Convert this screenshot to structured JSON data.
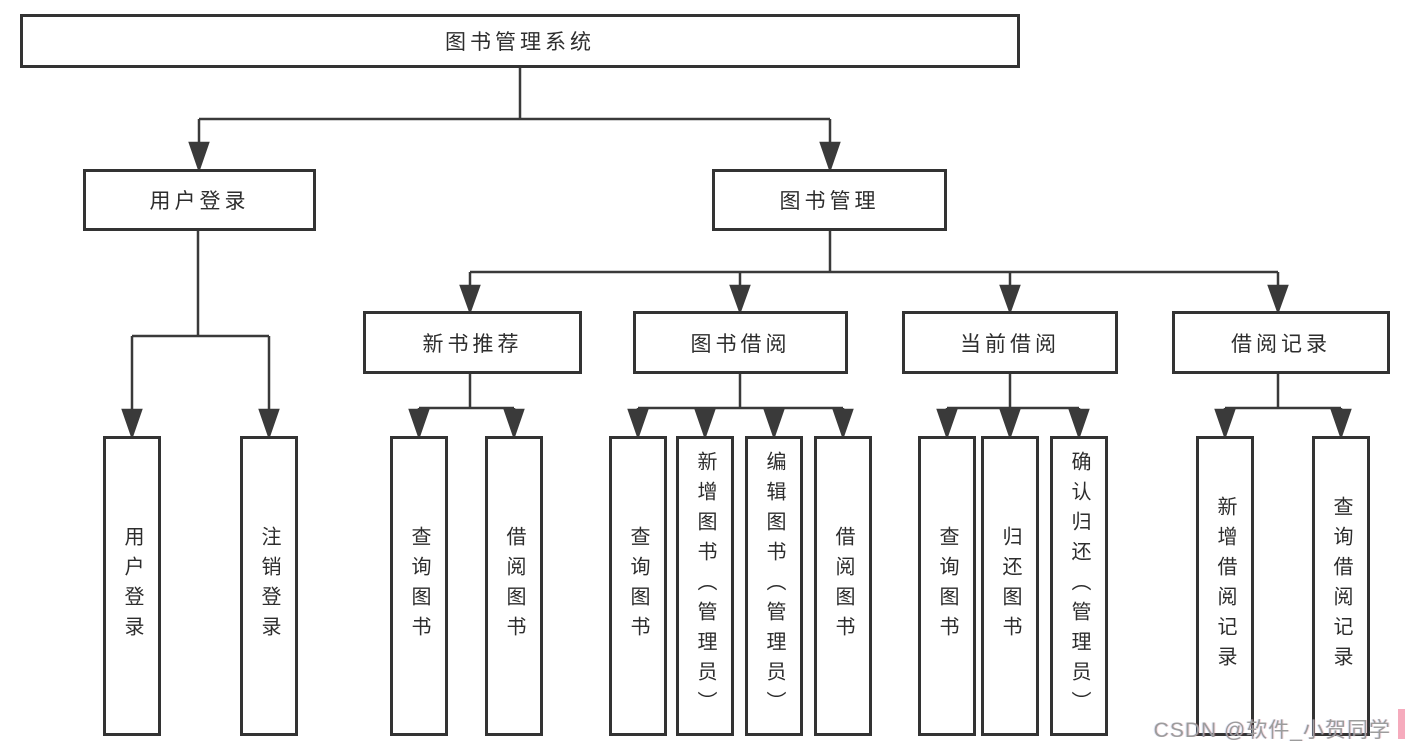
{
  "diagram": {
    "root": {
      "label": "图书管理系统"
    },
    "level2": {
      "user_login": {
        "label": "用户登录"
      },
      "book_mgmt": {
        "label": "图书管理"
      }
    },
    "level3": {
      "new_book_rec": {
        "label": "新书推荐"
      },
      "book_borrow": {
        "label": "图书借阅"
      },
      "current_borrow": {
        "label": "当前借阅"
      },
      "borrow_records": {
        "label": "借阅记录"
      }
    },
    "leaves": {
      "user_login": [
        {
          "label": "用户登录"
        },
        {
          "label": "注销登录"
        }
      ],
      "new_book_rec": [
        {
          "label": "查询图书"
        },
        {
          "label": "借阅图书"
        }
      ],
      "book_borrow": [
        {
          "label": "查询图书"
        },
        {
          "label": "新增图书（管理员）"
        },
        {
          "label": "编辑图书（管理员）"
        },
        {
          "label": "借阅图书"
        }
      ],
      "current_borrow": [
        {
          "label": "查询图书"
        },
        {
          "label": "归还图书"
        },
        {
          "label": "确认归还（管理员）"
        }
      ],
      "borrow_records": [
        {
          "label": "新增借阅记录"
        },
        {
          "label": "查询借阅记录"
        }
      ]
    },
    "structure": {
      "图书管理系统": [
        "用户登录",
        "图书管理"
      ],
      "用户登录": [
        "用户登录",
        "注销登录"
      ],
      "图书管理": [
        "新书推荐",
        "图书借阅",
        "当前借阅",
        "借阅记录"
      ],
      "新书推荐": [
        "查询图书",
        "借阅图书"
      ],
      "图书借阅": [
        "查询图书",
        "新增图书（管理员）",
        "编辑图书（管理员）",
        "借阅图书"
      ],
      "当前借阅": [
        "查询图书",
        "归还图书",
        "确认归还（管理员）"
      ],
      "借阅记录": [
        "新增借阅记录",
        "查询借阅记录"
      ]
    }
  },
  "watermark": {
    "text": "CSDN @软件_小贺同学"
  },
  "colors": {
    "background": "#ffffff",
    "box_border": "#333333",
    "box_fill": "#ffffff",
    "line": "#3a3a3a",
    "text": "#2d2d2d",
    "watermark_text": "#9c9c9c",
    "watermark_accent": "#f59cb1"
  }
}
